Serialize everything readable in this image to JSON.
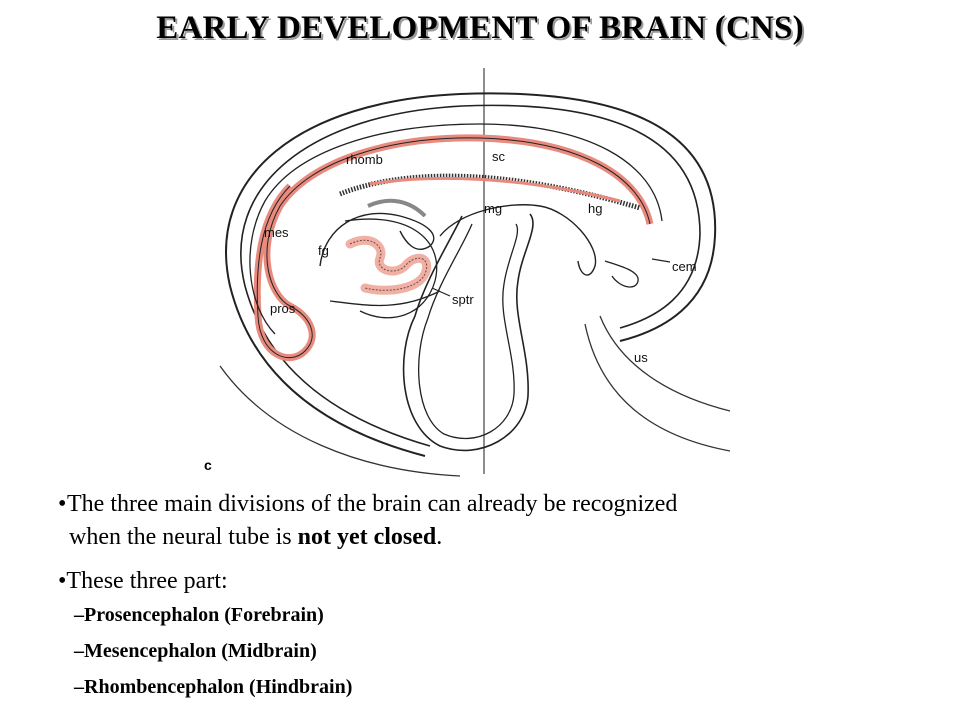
{
  "title": "EARLY DEVELOPMENT OF BRAIN (CNS)",
  "figure": {
    "panel_label": "c",
    "labels": {
      "rhomb": "rhomb",
      "sc": "sc",
      "mg": "mg",
      "hg": "hg",
      "mes": "mes",
      "fg": "fg",
      "cem": "cem",
      "pros": "pros",
      "sptr": "sptr",
      "us": "us"
    }
  },
  "bullets": {
    "first": {
      "line1": "The three main divisions of the brain can already be recognized",
      "line2_pre": "when the neural tube is ",
      "line2_bold": "not yet closed",
      "line2_post": "."
    },
    "second": "These three part:",
    "subs": [
      "Prosencephalon (Forebrain)",
      "Mesencephalon (Midbrain)",
      "Rhombencephalon (Hindbrain)"
    ],
    "sub_marker": "–"
  },
  "colors": {
    "neural_tube": "#e88a7e",
    "heart_tube": "#f0b0a4",
    "line": "#222222"
  }
}
